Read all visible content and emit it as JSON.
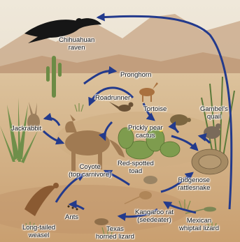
{
  "labels": {
    "raven": [
      "Chihuahuan",
      "raven"
    ],
    "pronghorn": "Pronghorn",
    "roadrunner": "Roadrunner",
    "tortoise": "Tortoise",
    "quail": [
      "Gambel's",
      "quail"
    ],
    "jackrabbit": "Jackrabbit",
    "cactus": [
      "Prickly pear",
      "cactus"
    ],
    "coyote": [
      "Coyote",
      "(top carnivore)"
    ],
    "toad": [
      "Red-spotted",
      "toad"
    ],
    "rattlesnake": [
      "Ridgenose",
      "rattlesnake"
    ],
    "ants": "Ants",
    "kangaroo_rat": [
      "Kangaroo rat",
      "(seedeater)"
    ],
    "weasel": [
      "Long-tailed",
      "weasel"
    ],
    "horned_lizard": [
      "Texas",
      "horned lizard"
    ],
    "whiptail": [
      "Mexican",
      "whiptail lizard"
    ]
  },
  "colors": {
    "sky": "#e7dfcf",
    "mountain": "#c9a98a",
    "sand": "#d9bf97",
    "vegetation": "#6f8f4a",
    "arrow": "#233a8c"
  }
}
